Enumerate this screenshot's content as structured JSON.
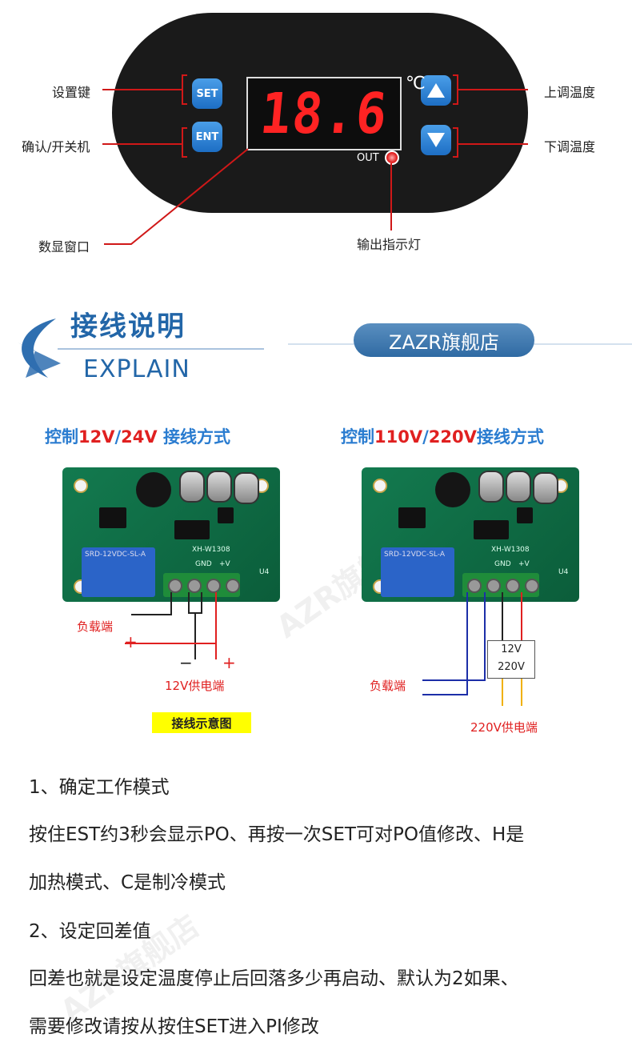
{
  "controller": {
    "display_value": "18.6",
    "unit": "℃",
    "out_label": "OUT",
    "set_key": "SET",
    "ent_key": "ENT",
    "callouts": {
      "set": "设置键",
      "ent": "确认/开关机",
      "display": "数显窗口",
      "up": "上调温度",
      "down": "下调温度",
      "out": "输出指示灯"
    }
  },
  "banner": {
    "title": "接线说明",
    "subtitle": "EXPLAIN",
    "store": "ZAZR旗舰店"
  },
  "wiring_low": {
    "prefix": "控制",
    "v1": "12V",
    "sep": "/",
    "v2": "24V",
    "suffix": " 接线方式",
    "load_label": "负载端",
    "plus_label": "+",
    "minus_label": "−",
    "plus_label2": "+",
    "supply_label": "12V供电端",
    "legend": "接线示意图"
  },
  "wiring_high": {
    "prefix": "控制",
    "v1": "110V",
    "sep": "/",
    "v2": "220V",
    "suffix": "接线方式",
    "load_label": "负载端",
    "box_line1": "12V",
    "box_line2": "220V",
    "supply_label": "220V供电端"
  },
  "board": {
    "model": "XH-W1308",
    "relay_text": "SRD-12VDC-SL-A",
    "gnd": "GND",
    "vplus": "+V",
    "u4": "U4"
  },
  "instructions": [
    "1、确定工作模式",
    "按住EST约3秒会显示PO、再按一次SET可对PO值修改、H是",
    "加热模式、C是制冷模式",
    "2、设定回差值",
    "回差也就是设定温度停止后回落多少再启动、默认为2如果、",
    "需要修改请按从按住SET进入PI修改"
  ],
  "colors": {
    "accent_blue": "#2a7cd0",
    "accent_red": "#e02020",
    "callout_line": "#d01818",
    "wire_blue": "#1c2ea8",
    "wire_yellow": "#f0b000"
  }
}
